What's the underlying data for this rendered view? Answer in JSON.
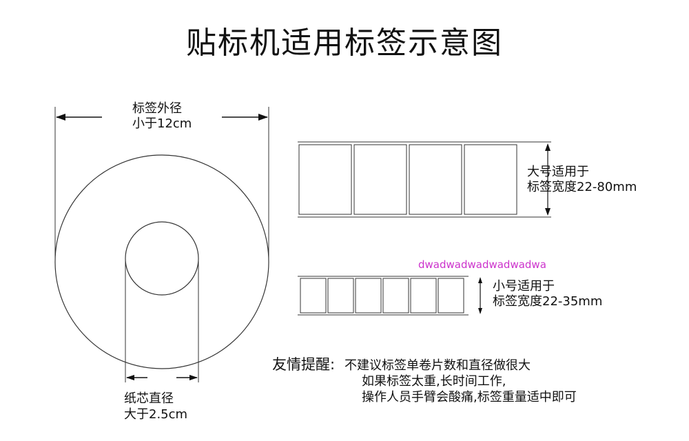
{
  "title": "贴标机适用标签示意图",
  "roll": {
    "outer_label_line1": "标签外径",
    "outer_label_line2": "小于12cm",
    "core_label_line1": "纸芯直径",
    "core_label_line2": "大于2.5cm"
  },
  "large": {
    "label_line1": "大号适用于",
    "label_line2": "标签宽度22-80mm"
  },
  "small": {
    "label_line1": "小号适用于",
    "label_line2": "标签宽度22-35mm"
  },
  "watermark": "dwadwadwadwadwadwa",
  "reminder": {
    "heading": "友情提醒:",
    "line1": "不建议标签单卷片数和直径做很大",
    "line2": "如果标签太重,长时间工作,",
    "line3": "操作人员手臂会酸痛,标签重量适中即可"
  },
  "colors": {
    "line": "#333333",
    "watermark": "#cc33cc"
  }
}
